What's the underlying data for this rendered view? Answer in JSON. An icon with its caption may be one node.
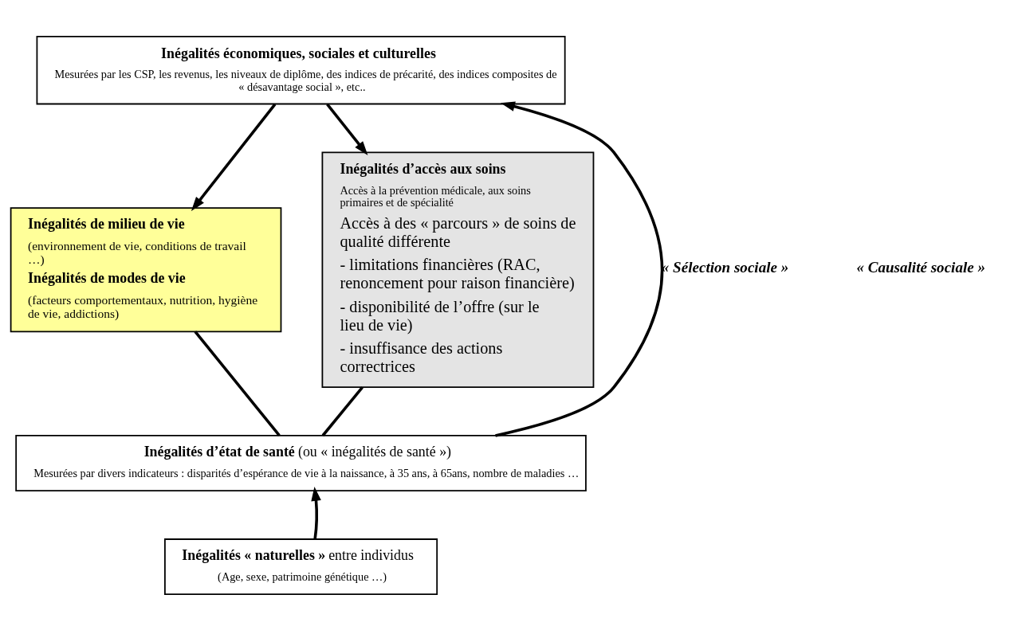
{
  "diagram": {
    "nodes": [
      {
        "text": [
          "Inégalités économiques, sociales et culturelles",
          "Mesurées par les CSP, les revenus, les niveaux de diplôme, des indices de précarité, des indices composites de « désavantage social », etc.."
        ]
      },
      {
        "text": [
          "Inégalités de milieu de vie",
          "(environnement de vie, conditions de travail …)",
          "Inégalités de modes de vie",
          "(facteurs comportementaux, nutrition, hygiène de vie, addictions)"
        ]
      },
      {
        "text": [
          "Inégalités d’accès aux soins",
          "Accès à la prévention médicale, aux soins primaires et de spécialité",
          "Accès à des « parcours » de soins de qualité différente",
          "- limitations financières (RAC, renoncement pour raison financière)",
          "- disponibilité de l’offre (sur le lieu de vie)",
          "- insuffisance des actions correctrices"
        ]
      },
      {
        "text": [
          "**Inégalités d’état de santé** (ou « inégalités de santé »)",
          "Mesurées par divers indicateurs : disparités d’espérance de vie à la naissance, à 35 ans, à 65ans, nombre de maladies …"
        ]
      },
      {
        "text": [
          "**Inégalités « naturelles »** entre individus",
          "(Age, sexe, patrimoine génétique …)"
        ]
      }
    ],
    "edges": [
      {
        "from": 0,
        "to": 1,
        "arrow": "to"
      },
      {
        "from": 0,
        "to": 2,
        "arrow": "to"
      },
      {
        "from": 1,
        "to": 3,
        "arrow": "none"
      },
      {
        "from": 2,
        "to": 3,
        "arrow": "none"
      },
      {
        "from": 3,
        "to": 0,
        "arrow": "to",
        "label": "« Sélection sociale »"
      },
      {
        "from": 4,
        "to": 3,
        "arrow": "to"
      }
    ],
    "labels": [
      "« Causalité sociale »"
    ]
  }
}
